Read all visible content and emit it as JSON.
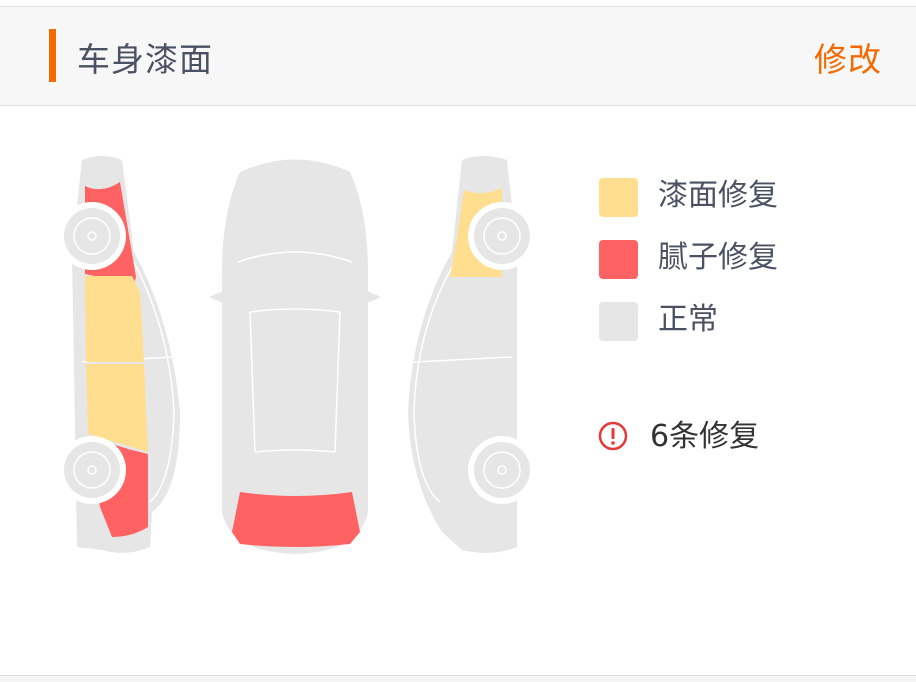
{
  "header": {
    "title": "车身漆面",
    "edit_label": "修改",
    "accent_color": "#f56a00"
  },
  "legend": {
    "items": [
      {
        "label": "漆面修复",
        "color": "#ffdf8f"
      },
      {
        "label": "腻子修复",
        "color": "#ff6262"
      },
      {
        "label": "正常",
        "color": "#e6e6e6"
      }
    ]
  },
  "summary": {
    "icon": "warning-circle-icon",
    "icon_color": "#e5393a",
    "text": "6条修复"
  },
  "car_views": [
    {
      "view": "left-side",
      "panels": [
        {
          "part": "front-fender",
          "status": "腻子修复"
        },
        {
          "part": "front-door",
          "status": "漆面修复"
        },
        {
          "part": "rear-door",
          "status": "漆面修复"
        },
        {
          "part": "rear-quarter",
          "status": "腻子修复"
        }
      ]
    },
    {
      "view": "top",
      "panels": [
        {
          "part": "rear-bumper",
          "status": "腻子修复"
        }
      ]
    },
    {
      "view": "right-side",
      "panels": [
        {
          "part": "front-fender",
          "status": "漆面修复"
        }
      ]
    }
  ]
}
